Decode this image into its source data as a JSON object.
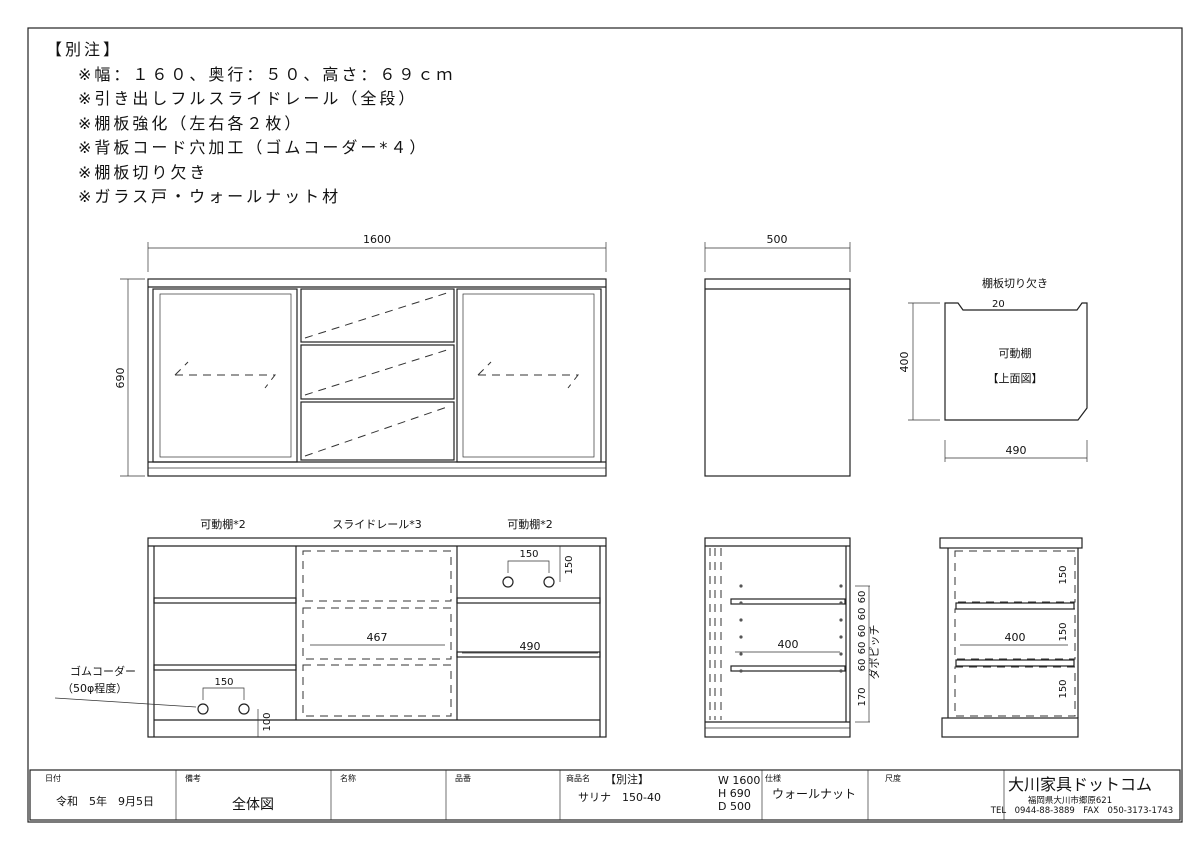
{
  "notes": {
    "heading": "【別注】",
    "items": [
      "※幅：１６０、奥行：５０、高さ：６９ｃｍ",
      "※引き出しフルスライドレール（全段）",
      "※棚板強化（左右各２枚）",
      "※背板コード穴加工（ゴムコーダー*４）",
      "※棚板切り欠き",
      "※ガラス戸・ウォールナット材"
    ]
  },
  "front": {
    "width": "1600",
    "height": "690"
  },
  "side": {
    "depth": "500"
  },
  "shelf_detail": {
    "title": "棚板切り欠き",
    "notch": "20",
    "depth": "400",
    "label": "可動棚",
    "view": "【上面図】",
    "width": "490"
  },
  "interior": {
    "left_label": "可動棚*2",
    "center_label": "スライドレール*3",
    "right_label": "可動棚*2",
    "grommet_label": "ゴムコーダー",
    "grommet_size": "（50φ程度）",
    "hole_spacing": "150",
    "hole_height": "100",
    "rail": "467",
    "shelf": "490",
    "hole_spacing_right": "150",
    "hole_height_right": "150"
  },
  "side_interior": {
    "depth": "400",
    "pitch": [
      "60",
      "60",
      "60",
      "60",
      "60"
    ],
    "bottom": "170",
    "pitch_label": "ダボピッチ"
  },
  "drawer_side": {
    "depth": "400",
    "heights": [
      "150",
      "150",
      "150"
    ]
  },
  "title_block": {
    "date_label": "日付",
    "date": "令和　5年　9月5日",
    "remarks_label": "備考",
    "remarks": "全体図",
    "name_label": "名称",
    "part_label": "品番",
    "product_label": "商品名",
    "product_note": "【別注】",
    "product": "サリナ　150-40",
    "w": "W 1600",
    "h": "H 690",
    "d": "D 500",
    "spec_label": "仕様",
    "spec": "ウォールナット",
    "scale_label": "尺度",
    "company": "大川家具ドットコム",
    "address": "福岡県大川市郷原621",
    "tel": "TEL　0944-88-3889　FAX　050-3173-1743"
  }
}
